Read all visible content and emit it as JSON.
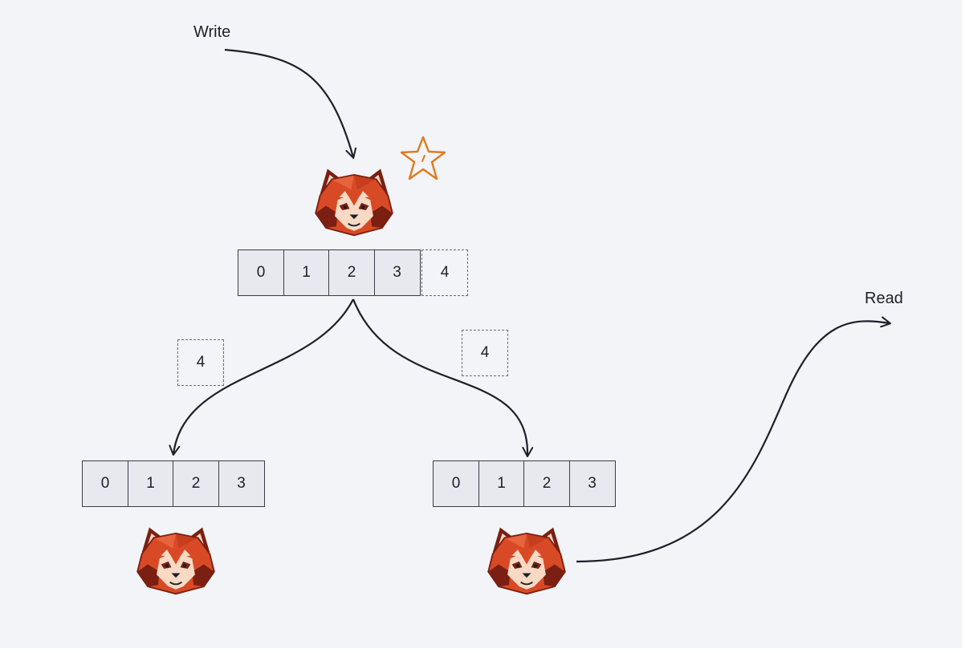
{
  "labels": {
    "write": "Write",
    "read": "Read"
  },
  "leader": {
    "entries": [
      "0",
      "1",
      "2",
      "3"
    ],
    "pending_entry": "4"
  },
  "follower_left": {
    "entries": [
      "0",
      "1",
      "2",
      "3"
    ],
    "incoming_entry": "4"
  },
  "follower_right": {
    "entries": [
      "0",
      "1",
      "2",
      "3"
    ],
    "incoming_entry": "4"
  },
  "icons": {
    "node": "red-panda-icon",
    "leader_marker": "star-icon"
  },
  "colors": {
    "background": "#f2f4f7",
    "arrow": "#1d1f2b",
    "star": "#e07a1f",
    "panda_primary": "#d84a26",
    "panda_dark": "#7a1f12",
    "panda_light": "#f7d9c4"
  }
}
